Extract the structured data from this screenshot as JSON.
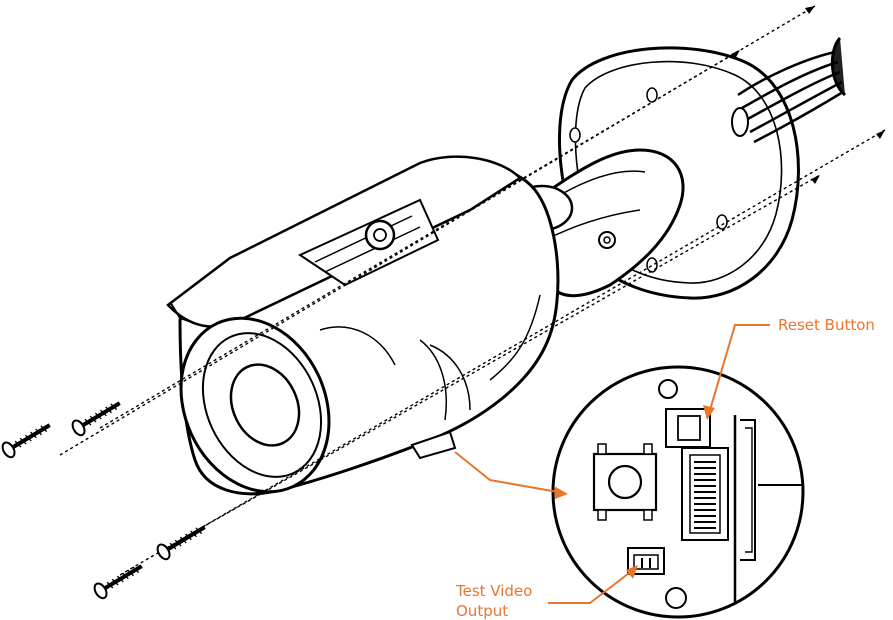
{
  "labels": {
    "reset_button": "Reset Button",
    "test_video_line1": "Test Video",
    "test_video_line2": "Output"
  },
  "colors": {
    "outline": "#000000",
    "callout": "#e8762d",
    "fill": "#ffffff",
    "hatch": "#444444"
  }
}
